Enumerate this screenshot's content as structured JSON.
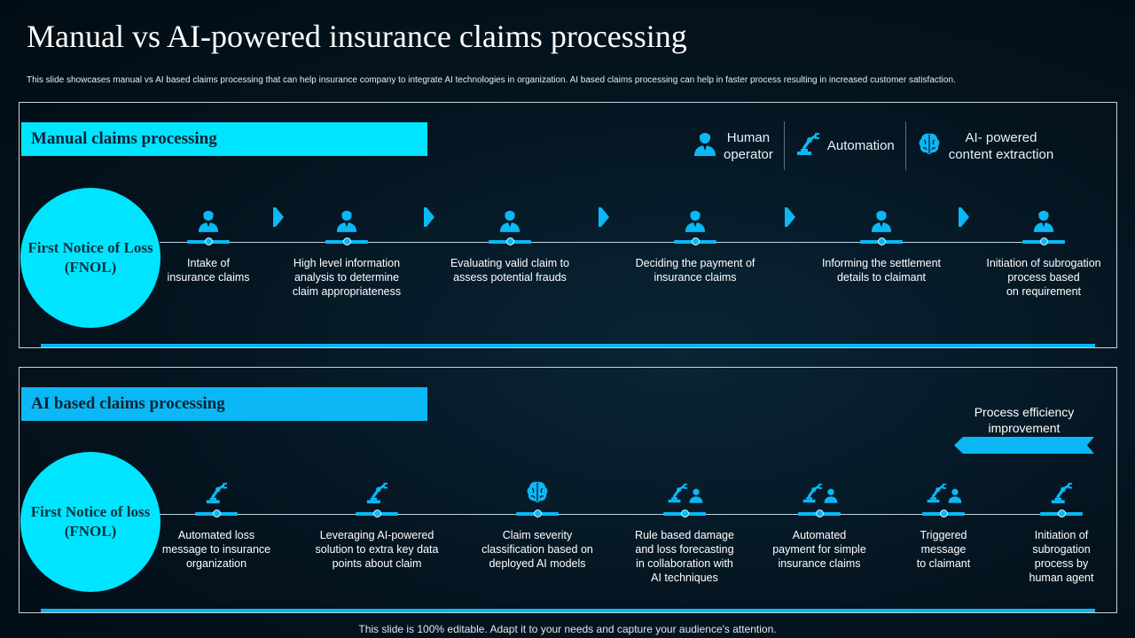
{
  "title": "Manual vs AI-powered insurance claims processing",
  "subtitle": "This slide showcases manual vs AI based claims processing that can help insurance company to integrate AI technologies in organization. AI based claims processing can help in  faster process resulting in increased customer satisfaction.",
  "colors": {
    "background": "#03131f",
    "cyan": "#00e5ff",
    "blue": "#0bb8f5",
    "panel_border": "#c8d3da"
  },
  "legend": [
    {
      "icon": "human-operator-icon",
      "label": "Human\noperator"
    },
    {
      "icon": "robot-arm-icon",
      "label": "Automation"
    },
    {
      "icon": "brain-icon",
      "label": "AI- powered\ncontent extraction"
    }
  ],
  "manual": {
    "header": "Manual claims processing",
    "fnol": "First Notice of Loss (FNOL)",
    "steps": [
      {
        "icon": "human-operator-icon",
        "label": "Intake of\ninsurance claims"
      },
      {
        "icon": "human-operator-icon",
        "label": "High level information\nanalysis to determine\nclaim appropriateness"
      },
      {
        "icon": "human-operator-icon",
        "label": "Evaluating valid claim to\nassess potential frauds"
      },
      {
        "icon": "human-operator-icon",
        "label": "Deciding the payment of\ninsurance claims"
      },
      {
        "icon": "human-operator-icon",
        "label": "Informing the settlement\ndetails to claimant"
      },
      {
        "icon": "human-operator-icon",
        "label": "Initiation of subrogation\nprocess based\non requirement"
      }
    ]
  },
  "ai": {
    "header": "AI based claims processing",
    "fnol": "First Notice of loss (FNOL)",
    "efficiency": "Process efficiency\nimprovement",
    "steps": [
      {
        "icon": "robot-arm-icon",
        "label": "Automated loss\nmessage to insurance\norganization"
      },
      {
        "icon": "robot-arm-icon",
        "label": "Leveraging  AI-powered\nsolution to extra key data\npoints about claim"
      },
      {
        "icon": "brain-icon",
        "label": "Claim severity\nclassification based on\ndeployed AI models"
      },
      {
        "icon": "robot-arm-and-human-icon",
        "label": "Rule based damage\nand loss forecasting\nin collaboration with\nAI techniques"
      },
      {
        "icon": "robot-arm-and-human-icon",
        "label": "Automated\npayment for simple\ninsurance claims"
      },
      {
        "icon": "robot-arm-and-human-icon",
        "label": "Triggered\nmessage\nto claimant"
      },
      {
        "icon": "robot-arm-icon",
        "label": "Initiation of\nsubrogation\nprocess by\nhuman agent"
      }
    ]
  },
  "footer": "This slide is 100% editable. Adapt it to your needs and capture your audience's attention."
}
